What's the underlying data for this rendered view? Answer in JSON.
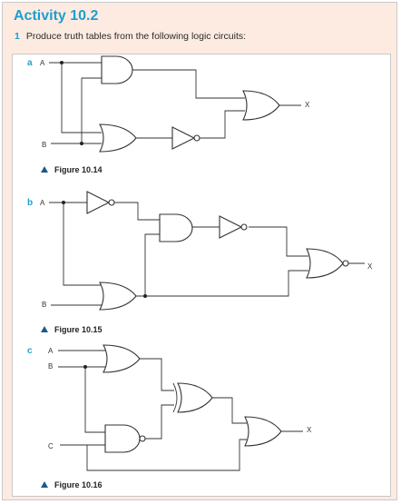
{
  "activity": {
    "title": "Activity 10.2"
  },
  "question": {
    "number": "1",
    "text": "Produce truth tables from the following logic circuits:"
  },
  "circuits": [
    {
      "part": "a",
      "inputs": [
        "A",
        "B"
      ],
      "output": "X",
      "caption": "Figure 10.14"
    },
    {
      "part": "b",
      "inputs": [
        "A",
        "B"
      ],
      "output": "X",
      "caption": "Figure 10.15"
    },
    {
      "part": "c",
      "inputs": [
        "A",
        "B",
        "C"
      ],
      "output": "X",
      "caption": "Figure 10.16"
    }
  ]
}
